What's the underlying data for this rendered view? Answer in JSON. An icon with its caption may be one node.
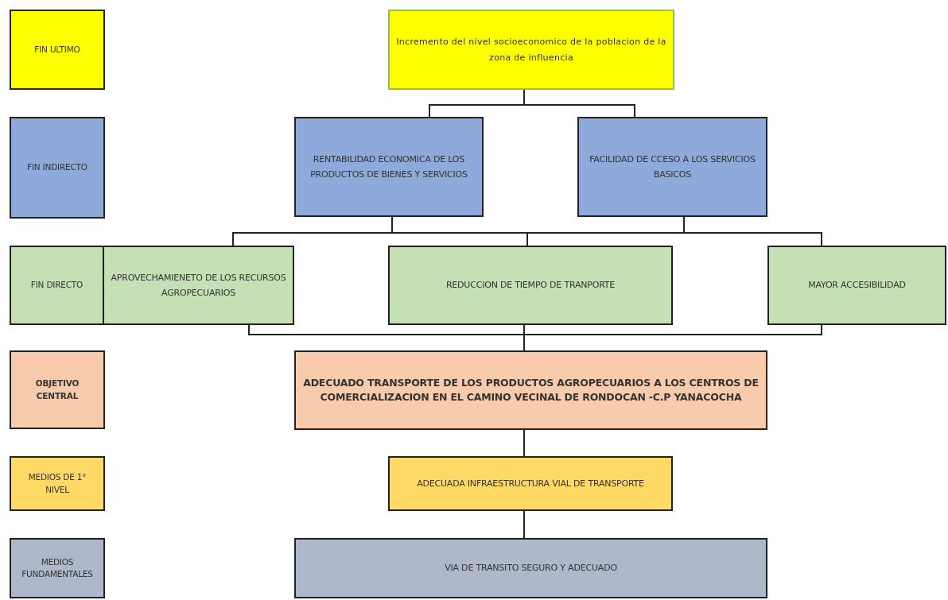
{
  "diagram": {
    "nodes": [
      {
        "text": [
          "FIN ULTIMO"
        ]
      },
      {
        "text": [
          "Incremento del nivel socioeconomico de la poblacion de la zona de influencia"
        ]
      },
      {
        "text": [
          "FIN INDIRECTO"
        ]
      },
      {
        "text": [
          "RENTABILIDAD ECONOMICA DE LOS PRODUCTOS DE BIENES Y SERVICIOS"
        ]
      },
      {
        "text": [
          "FACILIDAD DE CCESO A LOS SERVICIOS BASICOS"
        ]
      },
      {
        "text": [
          "FIN DIRECTO"
        ]
      },
      {
        "text": [
          "APROVECHAMIENETO DE LOS RECURSOS AGROPECUARIOS"
        ]
      },
      {
        "text": [
          "REDUCCION DE TIEMPO DE TRANPORTE"
        ]
      },
      {
        "text": [
          "MAYOR ACCESIBILIDAD"
        ]
      },
      {
        "text": [
          "OBJETIVO CENTRAL"
        ]
      },
      {
        "text": [
          "ADECUADO TRANSPORTE DE LOS PRODUCTOS AGROPECUARIOS A LOS CENTROS DE COMERCIALIZACION EN EL CAMINO VECINAL DE RONDOCAN -C.P YANACOCHA"
        ]
      },
      {
        "text": [
          "MEDIOS DE 1° NIVEL"
        ]
      },
      {
        "text": [
          "ADECUADA INFRAESTRUCTURA VIAL DE TRANSPORTE"
        ]
      },
      {
        "text": [
          "MEDIOS FUNDAMENTALES"
        ]
      },
      {
        "text": [
          "VIA DE TRANSITO SEGURO Y ADECUADO"
        ]
      }
    ],
    "edges": [
      {
        "from": 1,
        "to": 3,
        "arrow": "none"
      },
      {
        "from": 1,
        "to": 4,
        "arrow": "none"
      },
      {
        "from": 3,
        "to": 6,
        "arrow": "none"
      },
      {
        "from": 3,
        "to": 7,
        "arrow": "none"
      },
      {
        "from": 3,
        "to": 8,
        "arrow": "none"
      },
      {
        "from": 4,
        "to": 6,
        "arrow": "none"
      },
      {
        "from": 4,
        "to": 7,
        "arrow": "none"
      },
      {
        "from": 4,
        "to": 8,
        "arrow": "none"
      },
      {
        "from": 6,
        "to": 10,
        "arrow": "none"
      },
      {
        "from": 7,
        "to": 10,
        "arrow": "none"
      },
      {
        "from": 8,
        "to": 10,
        "arrow": "none"
      },
      {
        "from": 10,
        "to": 12,
        "arrow": "none"
      },
      {
        "from": 12,
        "to": 14,
        "arrow": "none"
      }
    ]
  }
}
